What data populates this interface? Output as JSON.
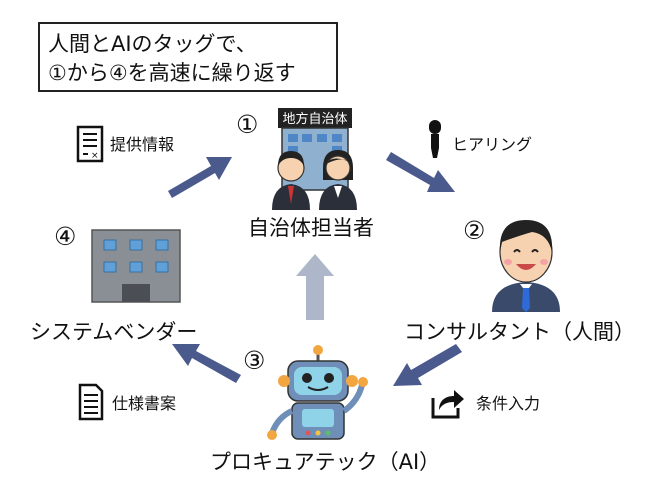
{
  "title": {
    "line1": "人間とAIのタッグで、",
    "line2": "①から④を高速に繰り返す"
  },
  "nodes": {
    "municipality": {
      "number": "①",
      "label": "自治体担当者",
      "sign": "地方自治体"
    },
    "consultant": {
      "number": "②",
      "label": "コンサルタント（人間）"
    },
    "ai": {
      "number": "③",
      "label": "プロキュアテック（AI）"
    },
    "vendor": {
      "number": "④",
      "label": "システムベンダー"
    }
  },
  "edges": {
    "provide_info": "提供情報",
    "hearing": "ヒアリング",
    "conditions": "条件入力",
    "spec": "仕様書案"
  },
  "colors": {
    "arrow": "#4a5a8c",
    "arrow_up": "#aeb6c9",
    "building": "#8a8f96",
    "window": "#5fa0d8",
    "robot_body": "#6f8fb8",
    "robot_face": "#8fd3e8"
  }
}
